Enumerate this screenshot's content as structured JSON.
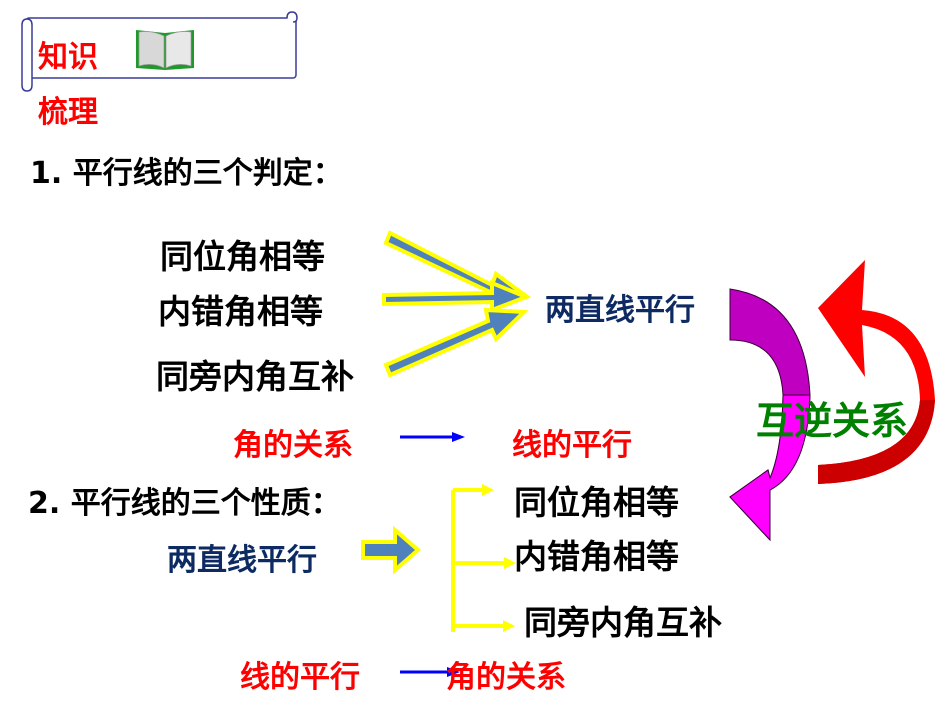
{
  "header": {
    "title_line1": "知识",
    "title_line2": "梳理",
    "book_icon": "open-book-icon"
  },
  "section1": {
    "heading": "1. 平行线的三个判定：",
    "conditions": [
      "同位角相等",
      "内错角相等",
      "同旁内角互补"
    ],
    "conclusion": "两直线平行",
    "summary_left": "角的关系",
    "summary_right": "线的平行"
  },
  "section2": {
    "heading": "2. 平行线的三个性质：",
    "premise": "两直线平行",
    "properties": [
      "同位角相等",
      "内错角相等",
      "同旁内角互补"
    ],
    "summary_left": "线的平行",
    "summary_right": "角的关系"
  },
  "relation": {
    "label": "互逆关系"
  },
  "colors": {
    "red": "#ff0000",
    "navy": "#0d2a62",
    "green": "#008000",
    "arrow_blue": "#4f81bd",
    "arrow_outline": "#ffff00",
    "purple": "#c000c0",
    "magenta": "#ff00ff",
    "dark_red": "#cc0000",
    "connector_blue": "#0000ff"
  }
}
